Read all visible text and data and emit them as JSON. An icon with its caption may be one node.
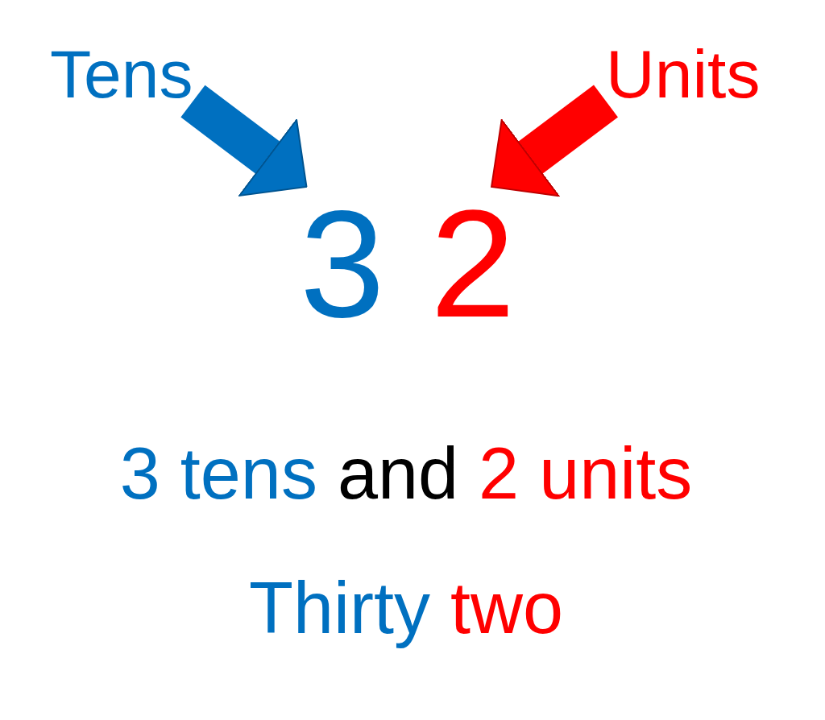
{
  "diagram": {
    "nodes": [
      {
        "text": [
          "Tens"
        ]
      },
      {
        "text": [
          "Units"
        ]
      },
      {
        "text": [
          "3"
        ]
      },
      {
        "text": [
          "2"
        ]
      }
    ],
    "edges": [
      {
        "from": 0,
        "to": 2,
        "arrow": "to",
        "color": "#0070c0"
      },
      {
        "from": 1,
        "to": 3,
        "arrow": "to",
        "color": "#ff0000"
      }
    ],
    "labels": [
      "3 tens and 2 units",
      "Thirty two"
    ]
  }
}
